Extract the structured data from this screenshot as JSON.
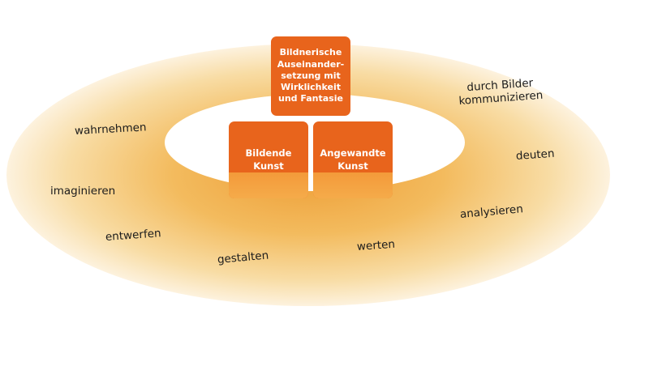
{
  "diagram": {
    "center_top": {
      "text": "Bildnerische\nAuseinander-\nsetzung mit\nWirklichkeit\nund Fantasie"
    },
    "center_left": {
      "text": "Bildende\nKunst"
    },
    "center_right": {
      "text": "Angewandte\nKunst"
    },
    "ring_labels": [
      "wahrnehmen",
      "imaginieren",
      "entwerfen",
      "gestalten",
      "werten",
      "analysieren",
      "deuten",
      "durch Bilder\nkommunizieren"
    ]
  },
  "colors": {
    "box_orange": "#e8641c",
    "ring_outer": "#f5d79a",
    "ring_inner": "#f1b256"
  }
}
